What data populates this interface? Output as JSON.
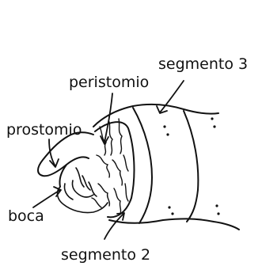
{
  "labels": {
    "segment3": "segmento 3",
    "peristomium": "peristomio",
    "prostomium": "prostomio",
    "mouth": "boca",
    "segment2": "segmento 2"
  }
}
